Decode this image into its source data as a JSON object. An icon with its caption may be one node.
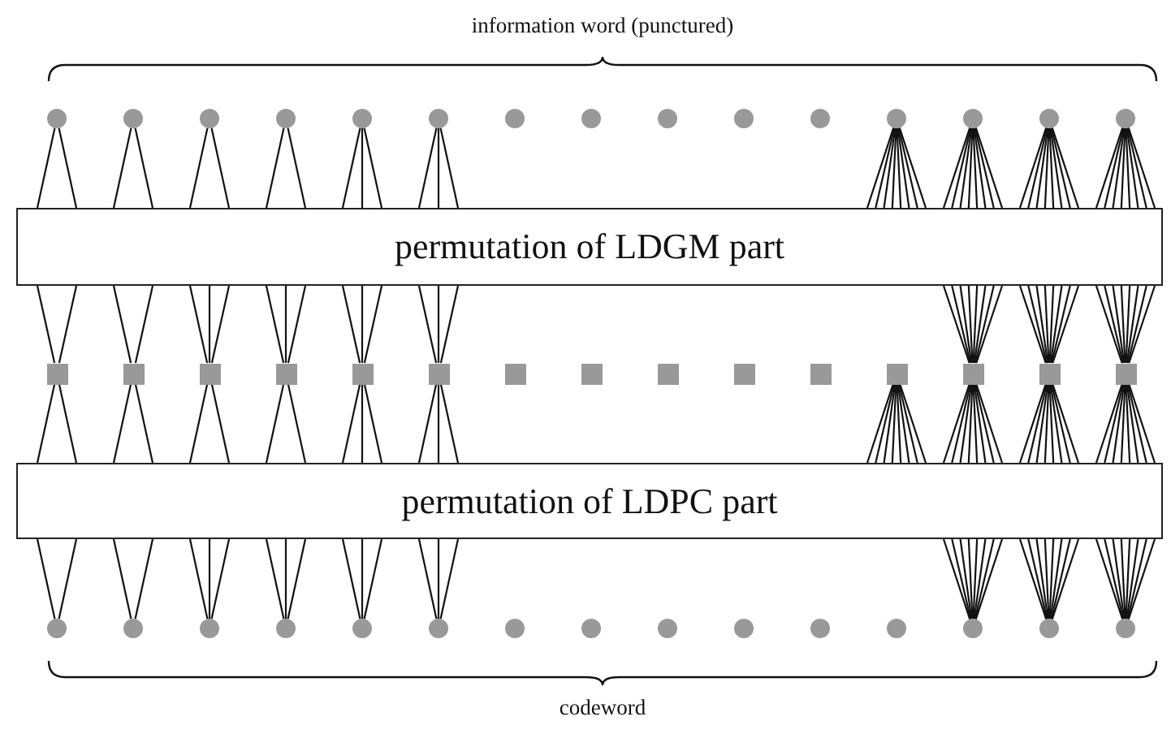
{
  "diagram": {
    "nodes": [
      {
        "text": [],
        "shape": "circle"
      },
      {
        "text": [],
        "shape": "circle"
      },
      {
        "text": [],
        "shape": "circle"
      },
      {
        "text": [],
        "shape": "circle"
      },
      {
        "text": [],
        "shape": "circle"
      },
      {
        "text": [],
        "shape": "circle"
      },
      {
        "text": [],
        "shape": "circle"
      },
      {
        "text": [],
        "shape": "circle"
      },
      {
        "text": [],
        "shape": "circle"
      },
      {
        "text": [],
        "shape": "circle"
      },
      {
        "text": [],
        "shape": "circle"
      },
      {
        "text": [],
        "shape": "circle"
      },
      {
        "text": [],
        "shape": "circle"
      },
      {
        "text": [],
        "shape": "circle"
      },
      {
        "text": [],
        "shape": "circle"
      },
      {
        "text": [
          "permutation of LDGM part"
        ]
      },
      {
        "text": [],
        "shape": "box"
      },
      {
        "text": [],
        "shape": "box"
      },
      {
        "text": [],
        "shape": "box"
      },
      {
        "text": [],
        "shape": "box"
      },
      {
        "text": [],
        "shape": "box"
      },
      {
        "text": [],
        "shape": "box"
      },
      {
        "text": [],
        "shape": "box"
      },
      {
        "text": [],
        "shape": "box"
      },
      {
        "text": [],
        "shape": "box"
      },
      {
        "text": [],
        "shape": "box"
      },
      {
        "text": [],
        "shape": "box"
      },
      {
        "text": [],
        "shape": "box"
      },
      {
        "text": [],
        "shape": "box"
      },
      {
        "text": [],
        "shape": "box"
      },
      {
        "text": [],
        "shape": "box"
      },
      {
        "text": [
          "permutation of LDPC part"
        ]
      },
      {
        "text": [],
        "shape": "circle"
      },
      {
        "text": [],
        "shape": "circle"
      },
      {
        "text": [],
        "shape": "circle"
      },
      {
        "text": [],
        "shape": "circle"
      },
      {
        "text": [],
        "shape": "circle"
      },
      {
        "text": [],
        "shape": "circle"
      },
      {
        "text": [],
        "shape": "circle"
      },
      {
        "text": [],
        "shape": "circle"
      },
      {
        "text": [],
        "shape": "circle"
      },
      {
        "text": [],
        "shape": "circle"
      },
      {
        "text": [],
        "shape": "circle"
      },
      {
        "text": [],
        "shape": "circle"
      },
      {
        "text": [],
        "shape": "circle"
      },
      {
        "text": [],
        "shape": "circle"
      },
      {
        "text": [],
        "shape": "circle"
      }
    ],
    "edges": [
      {
        "from": 0,
        "to": 15,
        "arrow": "none"
      },
      {
        "from": 0,
        "to": 15,
        "arrow": "none"
      },
      {
        "from": 1,
        "to": 15,
        "arrow": "none"
      },
      {
        "from": 1,
        "to": 15,
        "arrow": "none"
      },
      {
        "from": 2,
        "to": 15,
        "arrow": "none"
      },
      {
        "from": 2,
        "to": 15,
        "arrow": "none"
      },
      {
        "from": 3,
        "to": 15,
        "arrow": "none"
      },
      {
        "from": 3,
        "to": 15,
        "arrow": "none"
      },
      {
        "from": 4,
        "to": 15,
        "arrow": "none"
      },
      {
        "from": 4,
        "to": 15,
        "arrow": "none"
      },
      {
        "from": 4,
        "to": 15,
        "arrow": "none"
      },
      {
        "from": 5,
        "to": 15,
        "arrow": "none"
      },
      {
        "from": 5,
        "to": 15,
        "arrow": "none"
      },
      {
        "from": 5,
        "to": 15,
        "arrow": "none"
      },
      {
        "from": 11,
        "to": 15,
        "arrow": "none"
      },
      {
        "from": 11,
        "to": 15,
        "arrow": "none"
      },
      {
        "from": 11,
        "to": 15,
        "arrow": "none"
      },
      {
        "from": 11,
        "to": 15,
        "arrow": "none"
      },
      {
        "from": 11,
        "to": 15,
        "arrow": "none"
      },
      {
        "from": 11,
        "to": 15,
        "arrow": "none"
      },
      {
        "from": 11,
        "to": 15,
        "arrow": "none"
      },
      {
        "from": 11,
        "to": 15,
        "arrow": "none"
      },
      {
        "from": 12,
        "to": 15,
        "arrow": "none"
      },
      {
        "from": 12,
        "to": 15,
        "arrow": "none"
      },
      {
        "from": 12,
        "to": 15,
        "arrow": "none"
      },
      {
        "from": 12,
        "to": 15,
        "arrow": "none"
      },
      {
        "from": 12,
        "to": 15,
        "arrow": "none"
      },
      {
        "from": 12,
        "to": 15,
        "arrow": "none"
      },
      {
        "from": 12,
        "to": 15,
        "arrow": "none"
      },
      {
        "from": 12,
        "to": 15,
        "arrow": "none"
      },
      {
        "from": 13,
        "to": 15,
        "arrow": "none"
      },
      {
        "from": 13,
        "to": 15,
        "arrow": "none"
      },
      {
        "from": 13,
        "to": 15,
        "arrow": "none"
      },
      {
        "from": 13,
        "to": 15,
        "arrow": "none"
      },
      {
        "from": 13,
        "to": 15,
        "arrow": "none"
      },
      {
        "from": 13,
        "to": 15,
        "arrow": "none"
      },
      {
        "from": 13,
        "to": 15,
        "arrow": "none"
      },
      {
        "from": 13,
        "to": 15,
        "arrow": "none"
      },
      {
        "from": 14,
        "to": 15,
        "arrow": "none"
      },
      {
        "from": 14,
        "to": 15,
        "arrow": "none"
      },
      {
        "from": 14,
        "to": 15,
        "arrow": "none"
      },
      {
        "from": 14,
        "to": 15,
        "arrow": "none"
      },
      {
        "from": 14,
        "to": 15,
        "arrow": "none"
      },
      {
        "from": 14,
        "to": 15,
        "arrow": "none"
      },
      {
        "from": 14,
        "to": 15,
        "arrow": "none"
      },
      {
        "from": 14,
        "to": 15,
        "arrow": "none"
      },
      {
        "from": 16,
        "to": 15,
        "arrow": "none"
      },
      {
        "from": 16,
        "to": 15,
        "arrow": "none"
      },
      {
        "from": 17,
        "to": 15,
        "arrow": "none"
      },
      {
        "from": 17,
        "to": 15,
        "arrow": "none"
      },
      {
        "from": 18,
        "to": 15,
        "arrow": "none"
      },
      {
        "from": 18,
        "to": 15,
        "arrow": "none"
      },
      {
        "from": 18,
        "to": 15,
        "arrow": "none"
      },
      {
        "from": 19,
        "to": 15,
        "arrow": "none"
      },
      {
        "from": 19,
        "to": 15,
        "arrow": "none"
      },
      {
        "from": 19,
        "to": 15,
        "arrow": "none"
      },
      {
        "from": 20,
        "to": 15,
        "arrow": "none"
      },
      {
        "from": 20,
        "to": 15,
        "arrow": "none"
      },
      {
        "from": 20,
        "to": 15,
        "arrow": "none"
      },
      {
        "from": 21,
        "to": 15,
        "arrow": "none"
      },
      {
        "from": 21,
        "to": 15,
        "arrow": "none"
      },
      {
        "from": 21,
        "to": 15,
        "arrow": "none"
      },
      {
        "from": 28,
        "to": 15,
        "arrow": "none"
      },
      {
        "from": 28,
        "to": 15,
        "arrow": "none"
      },
      {
        "from": 28,
        "to": 15,
        "arrow": "none"
      },
      {
        "from": 28,
        "to": 15,
        "arrow": "none"
      },
      {
        "from": 28,
        "to": 15,
        "arrow": "none"
      },
      {
        "from": 28,
        "to": 15,
        "arrow": "none"
      },
      {
        "from": 28,
        "to": 15,
        "arrow": "none"
      },
      {
        "from": 28,
        "to": 15,
        "arrow": "none"
      },
      {
        "from": 29,
        "to": 15,
        "arrow": "none"
      },
      {
        "from": 29,
        "to": 15,
        "arrow": "none"
      },
      {
        "from": 29,
        "to": 15,
        "arrow": "none"
      },
      {
        "from": 29,
        "to": 15,
        "arrow": "none"
      },
      {
        "from": 29,
        "to": 15,
        "arrow": "none"
      },
      {
        "from": 29,
        "to": 15,
        "arrow": "none"
      },
      {
        "from": 29,
        "to": 15,
        "arrow": "none"
      },
      {
        "from": 29,
        "to": 15,
        "arrow": "none"
      },
      {
        "from": 30,
        "to": 15,
        "arrow": "none"
      },
      {
        "from": 30,
        "to": 15,
        "arrow": "none"
      },
      {
        "from": 30,
        "to": 15,
        "arrow": "none"
      },
      {
        "from": 30,
        "to": 15,
        "arrow": "none"
      },
      {
        "from": 30,
        "to": 15,
        "arrow": "none"
      },
      {
        "from": 30,
        "to": 15,
        "arrow": "none"
      },
      {
        "from": 30,
        "to": 15,
        "arrow": "none"
      },
      {
        "from": 30,
        "to": 15,
        "arrow": "none"
      },
      {
        "from": 16,
        "to": 31,
        "arrow": "none"
      },
      {
        "from": 16,
        "to": 31,
        "arrow": "none"
      },
      {
        "from": 17,
        "to": 31,
        "arrow": "none"
      },
      {
        "from": 17,
        "to": 31,
        "arrow": "none"
      },
      {
        "from": 18,
        "to": 31,
        "arrow": "none"
      },
      {
        "from": 18,
        "to": 31,
        "arrow": "none"
      },
      {
        "from": 19,
        "to": 31,
        "arrow": "none"
      },
      {
        "from": 19,
        "to": 31,
        "arrow": "none"
      },
      {
        "from": 20,
        "to": 31,
        "arrow": "none"
      },
      {
        "from": 20,
        "to": 31,
        "arrow": "none"
      },
      {
        "from": 20,
        "to": 31,
        "arrow": "none"
      },
      {
        "from": 21,
        "to": 31,
        "arrow": "none"
      },
      {
        "from": 21,
        "to": 31,
        "arrow": "none"
      },
      {
        "from": 21,
        "to": 31,
        "arrow": "none"
      },
      {
        "from": 27,
        "to": 31,
        "arrow": "none"
      },
      {
        "from": 27,
        "to": 31,
        "arrow": "none"
      },
      {
        "from": 27,
        "to": 31,
        "arrow": "none"
      },
      {
        "from": 27,
        "to": 31,
        "arrow": "none"
      },
      {
        "from": 27,
        "to": 31,
        "arrow": "none"
      },
      {
        "from": 27,
        "to": 31,
        "arrow": "none"
      },
      {
        "from": 27,
        "to": 31,
        "arrow": "none"
      },
      {
        "from": 27,
        "to": 31,
        "arrow": "none"
      },
      {
        "from": 28,
        "to": 31,
        "arrow": "none"
      },
      {
        "from": 28,
        "to": 31,
        "arrow": "none"
      },
      {
        "from": 28,
        "to": 31,
        "arrow": "none"
      },
      {
        "from": 28,
        "to": 31,
        "arrow": "none"
      },
      {
        "from": 28,
        "to": 31,
        "arrow": "none"
      },
      {
        "from": 28,
        "to": 31,
        "arrow": "none"
      },
      {
        "from": 28,
        "to": 31,
        "arrow": "none"
      },
      {
        "from": 28,
        "to": 31,
        "arrow": "none"
      },
      {
        "from": 29,
        "to": 31,
        "arrow": "none"
      },
      {
        "from": 29,
        "to": 31,
        "arrow": "none"
      },
      {
        "from": 29,
        "to": 31,
        "arrow": "none"
      },
      {
        "from": 29,
        "to": 31,
        "arrow": "none"
      },
      {
        "from": 29,
        "to": 31,
        "arrow": "none"
      },
      {
        "from": 29,
        "to": 31,
        "arrow": "none"
      },
      {
        "from": 29,
        "to": 31,
        "arrow": "none"
      },
      {
        "from": 29,
        "to": 31,
        "arrow": "none"
      },
      {
        "from": 30,
        "to": 31,
        "arrow": "none"
      },
      {
        "from": 30,
        "to": 31,
        "arrow": "none"
      },
      {
        "from": 30,
        "to": 31,
        "arrow": "none"
      },
      {
        "from": 30,
        "to": 31,
        "arrow": "none"
      },
      {
        "from": 30,
        "to": 31,
        "arrow": "none"
      },
      {
        "from": 30,
        "to": 31,
        "arrow": "none"
      },
      {
        "from": 30,
        "to": 31,
        "arrow": "none"
      },
      {
        "from": 30,
        "to": 31,
        "arrow": "none"
      },
      {
        "from": 32,
        "to": 31,
        "arrow": "none"
      },
      {
        "from": 32,
        "to": 31,
        "arrow": "none"
      },
      {
        "from": 33,
        "to": 31,
        "arrow": "none"
      },
      {
        "from": 33,
        "to": 31,
        "arrow": "none"
      },
      {
        "from": 34,
        "to": 31,
        "arrow": "none"
      },
      {
        "from": 34,
        "to": 31,
        "arrow": "none"
      },
      {
        "from": 34,
        "to": 31,
        "arrow": "none"
      },
      {
        "from": 35,
        "to": 31,
        "arrow": "none"
      },
      {
        "from": 35,
        "to": 31,
        "arrow": "none"
      },
      {
        "from": 35,
        "to": 31,
        "arrow": "none"
      },
      {
        "from": 36,
        "to": 31,
        "arrow": "none"
      },
      {
        "from": 36,
        "to": 31,
        "arrow": "none"
      },
      {
        "from": 36,
        "to": 31,
        "arrow": "none"
      },
      {
        "from": 37,
        "to": 31,
        "arrow": "none"
      },
      {
        "from": 37,
        "to": 31,
        "arrow": "none"
      },
      {
        "from": 37,
        "to": 31,
        "arrow": "none"
      },
      {
        "from": 44,
        "to": 31,
        "arrow": "none"
      },
      {
        "from": 44,
        "to": 31,
        "arrow": "none"
      },
      {
        "from": 44,
        "to": 31,
        "arrow": "none"
      },
      {
        "from": 44,
        "to": 31,
        "arrow": "none"
      },
      {
        "from": 44,
        "to": 31,
        "arrow": "none"
      },
      {
        "from": 44,
        "to": 31,
        "arrow": "none"
      },
      {
        "from": 44,
        "to": 31,
        "arrow": "none"
      },
      {
        "from": 44,
        "to": 31,
        "arrow": "none"
      },
      {
        "from": 45,
        "to": 31,
        "arrow": "none"
      },
      {
        "from": 45,
        "to": 31,
        "arrow": "none"
      },
      {
        "from": 45,
        "to": 31,
        "arrow": "none"
      },
      {
        "from": 45,
        "to": 31,
        "arrow": "none"
      },
      {
        "from": 45,
        "to": 31,
        "arrow": "none"
      },
      {
        "from": 45,
        "to": 31,
        "arrow": "none"
      },
      {
        "from": 45,
        "to": 31,
        "arrow": "none"
      },
      {
        "from": 45,
        "to": 31,
        "arrow": "none"
      },
      {
        "from": 46,
        "to": 31,
        "arrow": "none"
      },
      {
        "from": 46,
        "to": 31,
        "arrow": "none"
      },
      {
        "from": 46,
        "to": 31,
        "arrow": "none"
      },
      {
        "from": 46,
        "to": 31,
        "arrow": "none"
      },
      {
        "from": 46,
        "to": 31,
        "arrow": "none"
      },
      {
        "from": 46,
        "to": 31,
        "arrow": "none"
      },
      {
        "from": 46,
        "to": 31,
        "arrow": "none"
      },
      {
        "from": 46,
        "to": 31,
        "arrow": "none"
      }
    ],
    "labels": [
      "information word (punctured)",
      "codeword"
    ]
  }
}
